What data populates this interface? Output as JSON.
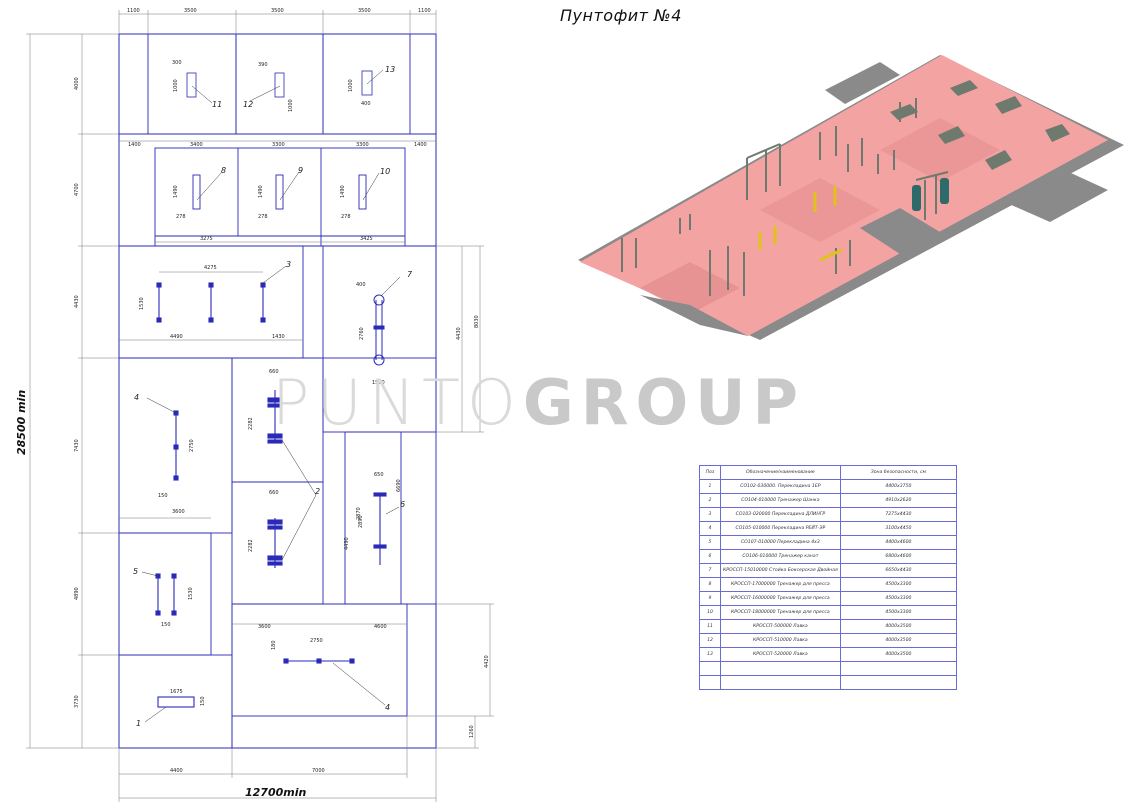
{
  "title": "Пунтофит №4",
  "watermark": {
    "part1": "PUNTO",
    "part2": "GROUP"
  },
  "drawing": {
    "total_height": "28500 min",
    "total_width": "12700min",
    "top_dims": [
      "1100",
      "3500",
      "3500",
      "3500",
      "1100"
    ],
    "row2_dims": [
      "1400",
      "3400",
      "3300",
      "3300",
      "1400"
    ],
    "row2_sub_dims": [
      "3275",
      "3425"
    ],
    "left_dims": [
      "4000",
      "4700",
      "4430",
      "7430",
      "4890",
      "3730"
    ],
    "right_dims": [
      "4430",
      "8030",
      "2870",
      "4490",
      "4420",
      "1260"
    ],
    "bottom_dims": [
      "4400",
      "7000"
    ],
    "bench_dims": [
      {
        "w": "300",
        "h": "1000",
        "label": "11"
      },
      {
        "w": "390",
        "h": "1000",
        "label": "12"
      },
      {
        "w": "400",
        "h": "1000",
        "label": "13"
      }
    ],
    "press_dims": [
      {
        "w": "278",
        "h": "1490",
        "label": "8"
      },
      {
        "w": "278",
        "h": "1490",
        "label": "9"
      },
      {
        "w": "278",
        "h": "1490",
        "label": "10"
      }
    ],
    "bars3": {
      "label": "3",
      "width": "4275",
      "height": "1530",
      "under_left": "4490",
      "under_right": "1430"
    },
    "item7": {
      "label": "7",
      "top": "400",
      "height": "2760",
      "under": "1500"
    },
    "item4a": {
      "label": "4",
      "height": "2750",
      "under": "150",
      "span": "3600"
    },
    "item2a": {
      "top": "660",
      "height": "2282"
    },
    "item2b": {
      "label": "2",
      "top": "660",
      "height": "2282"
    },
    "item6": {
      "label": "6",
      "top": "650",
      "height": "2890",
      "side": "6690"
    },
    "item5": {
      "label": "5",
      "height": "1530",
      "under": "150"
    },
    "item4b": {
      "label": "4",
      "width": "2750",
      "left": "3600",
      "right": "4600",
      "h": "180"
    },
    "item1": {
      "label": "1",
      "width": "1675",
      "h": "150"
    }
  },
  "spec_table": {
    "headers": [
      "Поз",
      "Обозначение/наименование",
      "Зона безопасности, см"
    ],
    "rows": [
      [
        "1",
        "СО102-030000. Перекладина 1ЕР",
        "4400х3750"
      ],
      [
        "2",
        "СО104-010000 Тренажер Шанка",
        "4910х2620"
      ],
      [
        "3",
        "СО103-020000 Перекладина ДЛИНГР",
        "7275х4430"
      ],
      [
        "4",
        "СО105-010000 Перекладина РЕЙТ-ЭР",
        "3100х4450"
      ],
      [
        "5",
        "СО107-010000 Перекладина 4х3",
        "4400х4600"
      ],
      [
        "6",
        "СО106-010000 Тренажер канат",
        "6800х4600"
      ],
      [
        "7",
        "КРОССП-15010000 Стойка Боксерская Двойная",
        "6650х4430"
      ],
      [
        "8",
        "КРОССП-17000000 Тренажер для пресса",
        "4500х3300"
      ],
      [
        "9",
        "КРОССП-16000000 Тренажер для пресса",
        "4500х3300"
      ],
      [
        "10",
        "КРОССП-18000000 Тренажер для пресса",
        "4500х3300"
      ],
      [
        "11",
        "КРОССП-500000 Лавка",
        "4000х3500"
      ],
      [
        "12",
        "КРОССП-510000 Лавка",
        "4000х3500"
      ],
      [
        "13",
        "КРОССП-520000 Лавка",
        "4000х3500"
      ],
      [
        "",
        "",
        ""
      ],
      [
        "",
        "",
        ""
      ]
    ]
  },
  "colors": {
    "line": "#2a2ab8",
    "dim": "#555555",
    "safety_zone": "#f4a3a3",
    "safety_zone_dark": "#e38c8c",
    "ground": "#8a8a8a",
    "equipment": "#6d7a6d",
    "equipment_yellow": "#e0c21a",
    "equipment_teal": "#2d6b6b"
  }
}
